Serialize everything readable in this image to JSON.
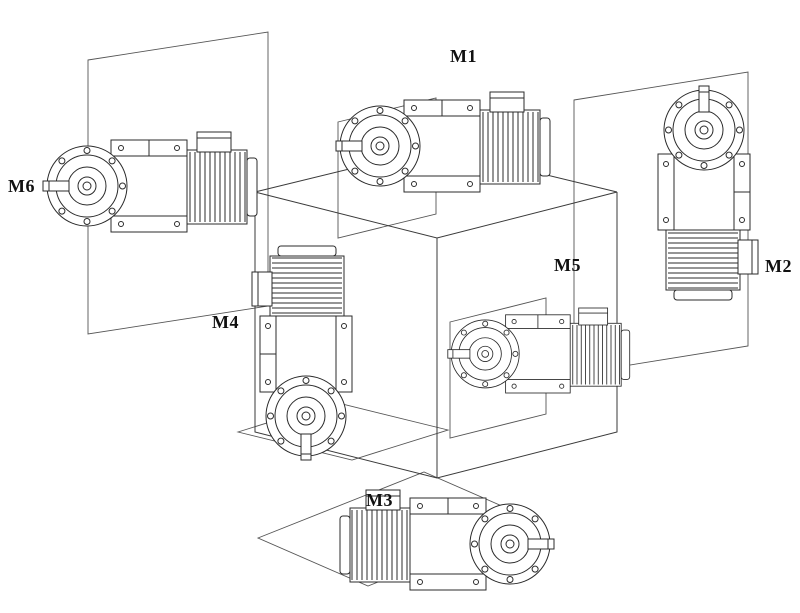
{
  "labels": {
    "m1": "M1",
    "m2": "M2",
    "m3": "M3",
    "m4": "M4",
    "m5": "M5",
    "m6": "M6"
  },
  "drawings": {
    "m1": "gearmotor-horizontal-flange-left",
    "m2": "gearmotor-vertical-shaft-up",
    "m3": "gearmotor-horizontal-flange-right",
    "m4": "gearmotor-vertical-shaft-down",
    "m5": "gearmotor-horizontal-flange-left",
    "m6": "gearmotor-horizontal-flange-left"
  },
  "colors": {
    "line": "#2b2b2b",
    "plane_line": "#555555",
    "background": "#ffffff"
  }
}
